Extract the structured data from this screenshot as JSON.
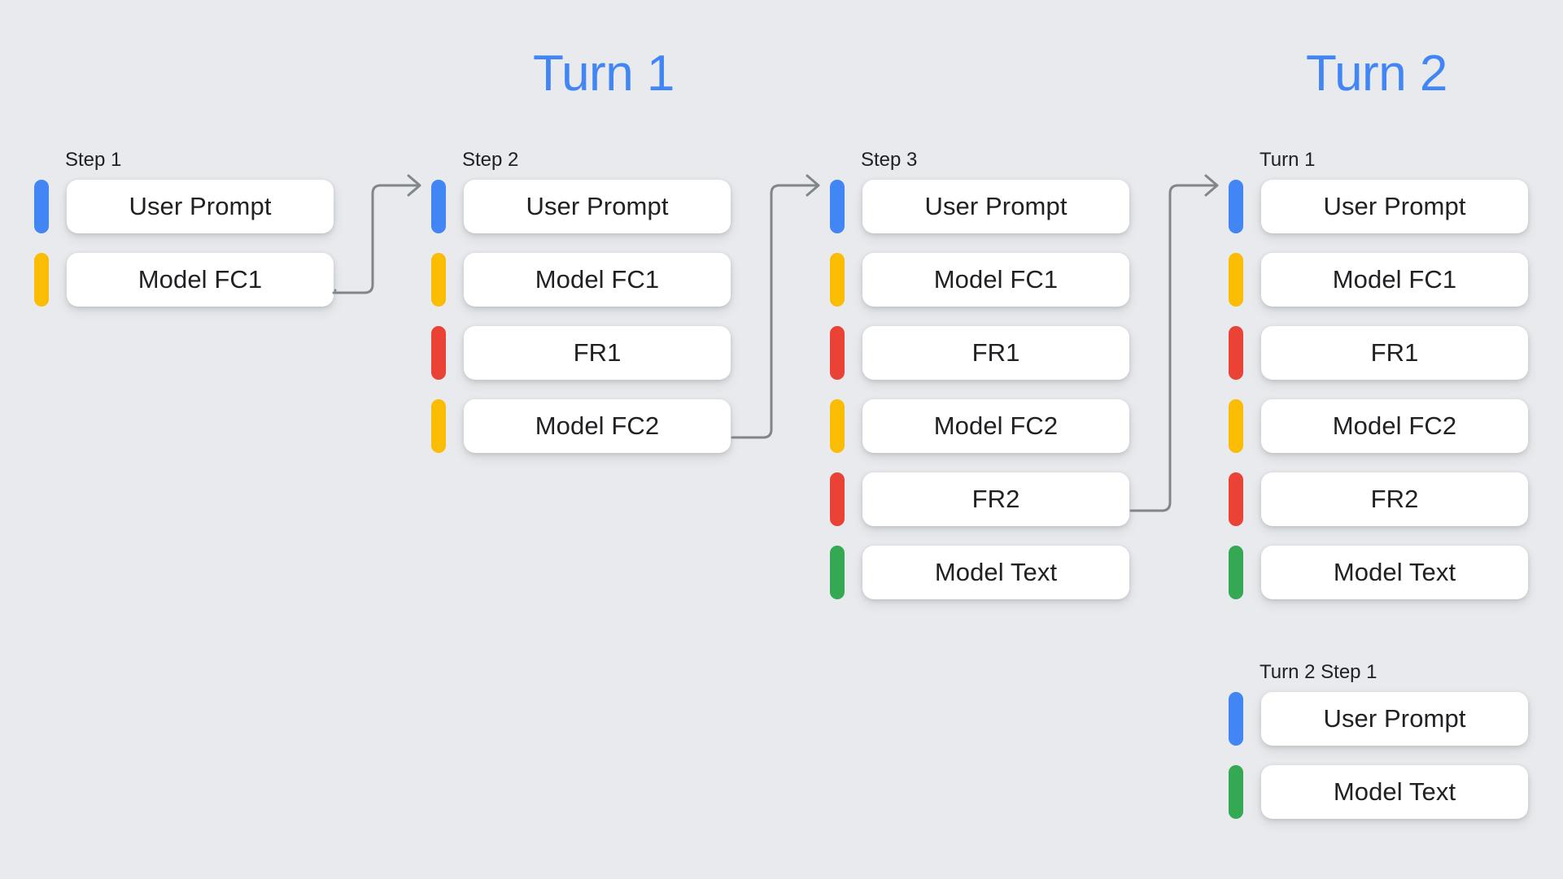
{
  "diagram": {
    "background_color": "#E8EAED",
    "accent_color": "#4285F4",
    "connector_color": "#80868B",
    "headers": [
      {
        "id": "turn-1",
        "label": "Turn 1"
      },
      {
        "id": "turn-2",
        "label": "Turn 2"
      }
    ],
    "legend_colors": {
      "user_prompt": "#4285F4",
      "model_function_call": "#FBBC04",
      "function_response": "#EA4335",
      "model_text": "#34A853"
    },
    "columns": [
      {
        "id": "step1",
        "label": "Step 1",
        "rows": [
          {
            "label": "User Prompt",
            "color": "#4285F4",
            "kind": "blue"
          },
          {
            "label": "Model FC1",
            "color": "#FBBC04",
            "kind": "yellow"
          }
        ]
      },
      {
        "id": "step2",
        "label": "Step 2",
        "rows": [
          {
            "label": "User Prompt",
            "color": "#4285F4",
            "kind": "blue"
          },
          {
            "label": "Model FC1",
            "color": "#FBBC04",
            "kind": "yellow"
          },
          {
            "label": "FR1",
            "color": "#EA4335",
            "kind": "red"
          },
          {
            "label": "Model FC2",
            "color": "#FBBC04",
            "kind": "yellow"
          }
        ]
      },
      {
        "id": "step3",
        "label": "Step 3",
        "rows": [
          {
            "label": "User Prompt",
            "color": "#4285F4",
            "kind": "blue"
          },
          {
            "label": "Model FC1",
            "color": "#FBBC04",
            "kind": "yellow"
          },
          {
            "label": "FR1",
            "color": "#EA4335",
            "kind": "red"
          },
          {
            "label": "Model FC2",
            "color": "#FBBC04",
            "kind": "yellow"
          },
          {
            "label": "FR2",
            "color": "#EA4335",
            "kind": "red"
          },
          {
            "label": "Model Text",
            "color": "#34A853",
            "kind": "green"
          }
        ]
      },
      {
        "id": "turn1-history",
        "label": "Turn 1",
        "rows": [
          {
            "label": "User Prompt",
            "color": "#4285F4",
            "kind": "blue"
          },
          {
            "label": "Model FC1",
            "color": "#FBBC04",
            "kind": "yellow"
          },
          {
            "label": "FR1",
            "color": "#EA4335",
            "kind": "red"
          },
          {
            "label": "Model FC2",
            "color": "#FBBC04",
            "kind": "yellow"
          },
          {
            "label": "FR2",
            "color": "#EA4335",
            "kind": "red"
          },
          {
            "label": "Model Text",
            "color": "#34A853",
            "kind": "green"
          }
        ]
      },
      {
        "id": "turn2-step1",
        "label": "Turn 2 Step 1",
        "rows": [
          {
            "label": "User Prompt",
            "color": "#4285F4",
            "kind": "blue"
          },
          {
            "label": "Model Text",
            "color": "#34A853",
            "kind": "green"
          }
        ]
      }
    ],
    "connectors": [
      {
        "id": "step1-to-step2",
        "from": "Model FC1",
        "to": "Step 2"
      },
      {
        "id": "step2-to-step3",
        "from": "Model FC2",
        "to": "Step 3"
      },
      {
        "id": "step3-to-turn1",
        "from": "FR2",
        "to": "Turn 1"
      }
    ]
  }
}
